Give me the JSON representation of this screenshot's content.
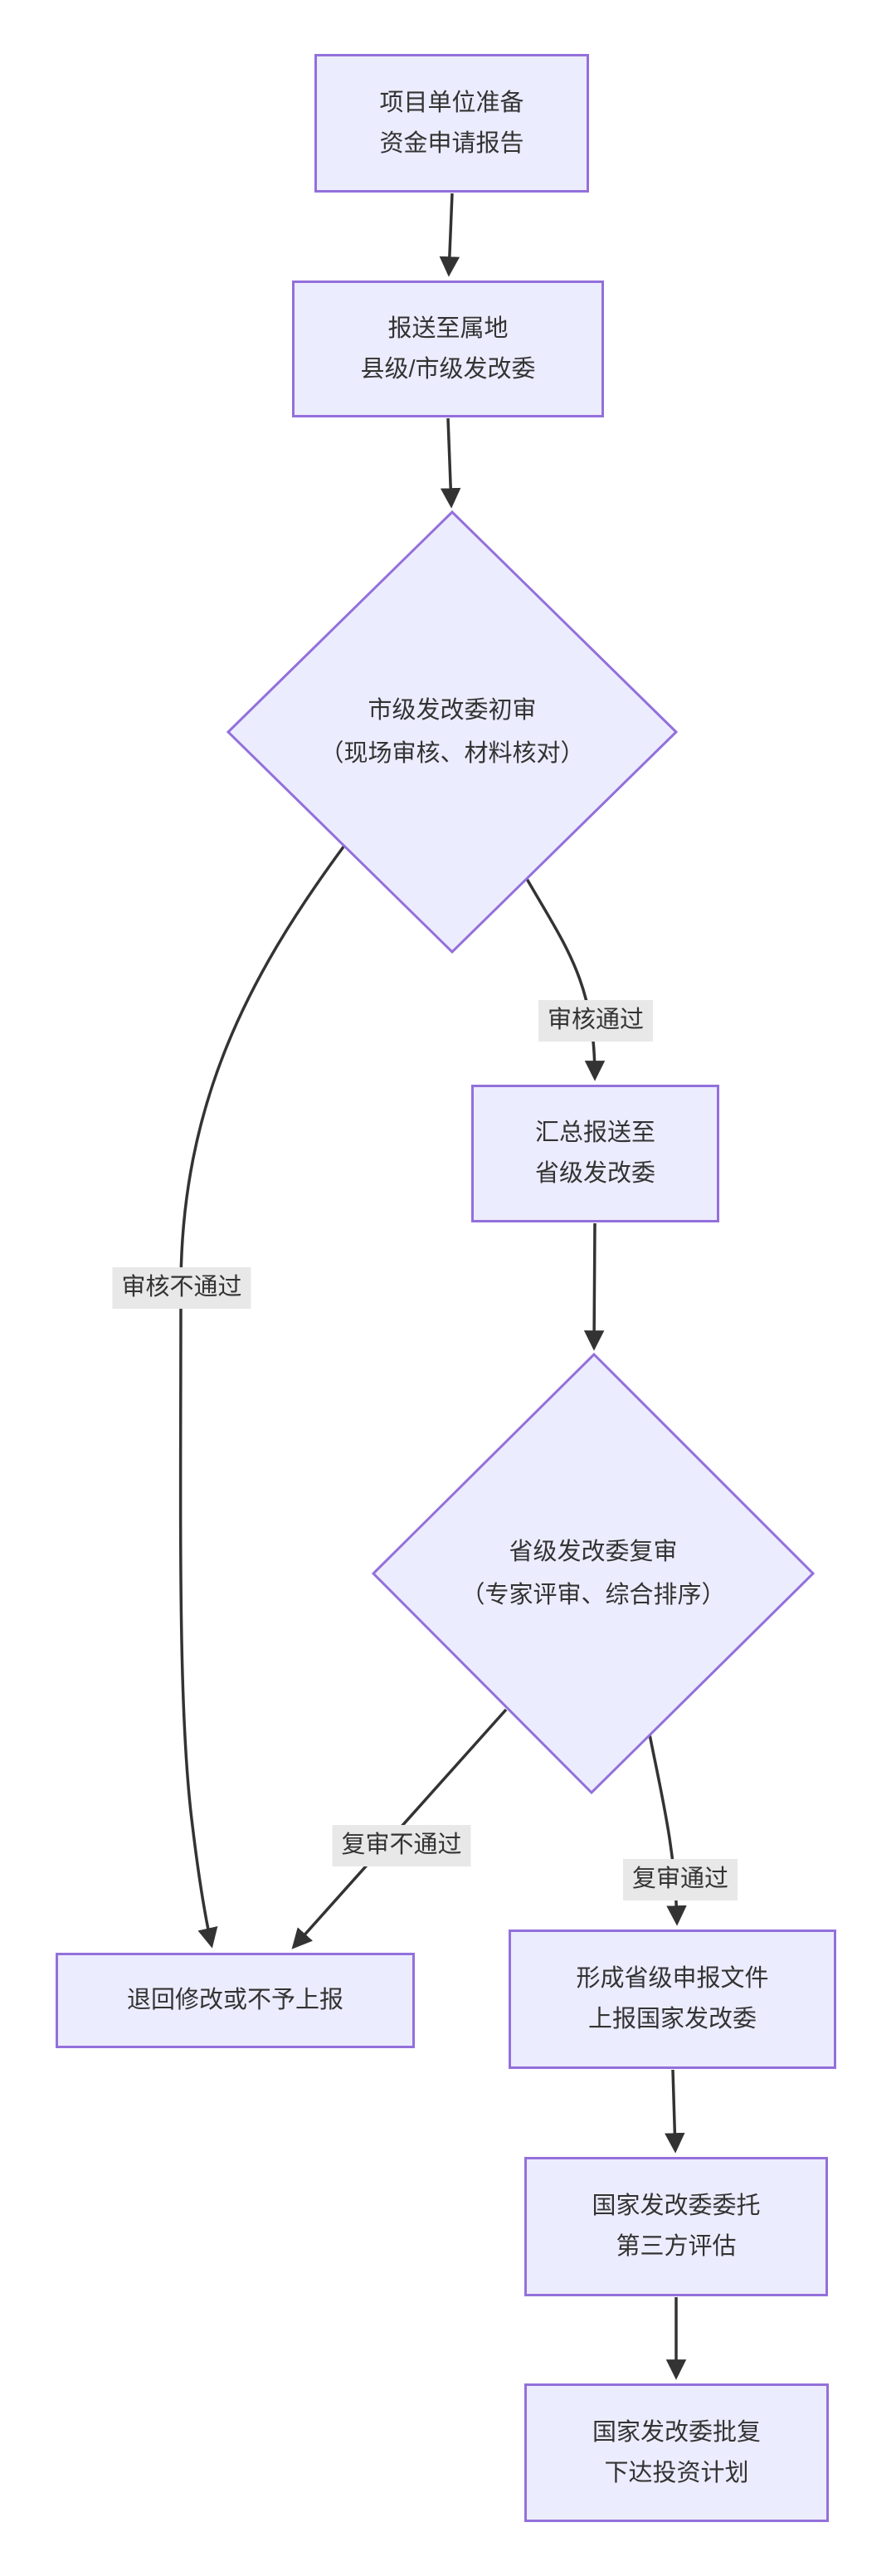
{
  "diagram": {
    "type": "flowchart",
    "direction": "top-to-bottom",
    "colors": {
      "node_fill": "#ECECFF",
      "node_border": "#9370DB",
      "edge": "#333333",
      "label_bg": "#e8e8e8",
      "text": "#333333"
    },
    "nodes": [
      {
        "id": "A",
        "shape": "rect",
        "lines": [
          "项目单位准备",
          "资金申请报告"
        ]
      },
      {
        "id": "B",
        "shape": "rect",
        "lines": [
          "报送至属地",
          "县级/市级发改委"
        ]
      },
      {
        "id": "C",
        "shape": "diamond",
        "lines": [
          "市级发改委初审",
          "（现场审核、材料核对）"
        ]
      },
      {
        "id": "D",
        "shape": "rect",
        "lines": [
          "汇总报送至",
          "省级发改委"
        ]
      },
      {
        "id": "E",
        "shape": "diamond",
        "lines": [
          "省级发改委复审",
          "（专家评审、综合排序）"
        ]
      },
      {
        "id": "F",
        "shape": "rect",
        "lines": [
          "退回修改或不予上报"
        ]
      },
      {
        "id": "G",
        "shape": "rect",
        "lines": [
          "形成省级申报文件",
          "上报国家发改委"
        ]
      },
      {
        "id": "H",
        "shape": "rect",
        "lines": [
          "国家发改委委托",
          "第三方评估"
        ]
      },
      {
        "id": "I",
        "shape": "rect",
        "lines": [
          "国家发改委批复",
          "下达投资计划"
        ]
      }
    ],
    "edges": [
      {
        "from": "A",
        "to": "B",
        "label": ""
      },
      {
        "from": "B",
        "to": "C",
        "label": ""
      },
      {
        "from": "C",
        "to": "D",
        "label": "审核通过"
      },
      {
        "from": "C",
        "to": "F",
        "label": "审核不通过"
      },
      {
        "from": "D",
        "to": "E",
        "label": ""
      },
      {
        "from": "E",
        "to": "F",
        "label": "复审不通过"
      },
      {
        "from": "E",
        "to": "G",
        "label": "复审通过"
      },
      {
        "from": "G",
        "to": "H",
        "label": ""
      },
      {
        "from": "H",
        "to": "I",
        "label": ""
      }
    ]
  }
}
